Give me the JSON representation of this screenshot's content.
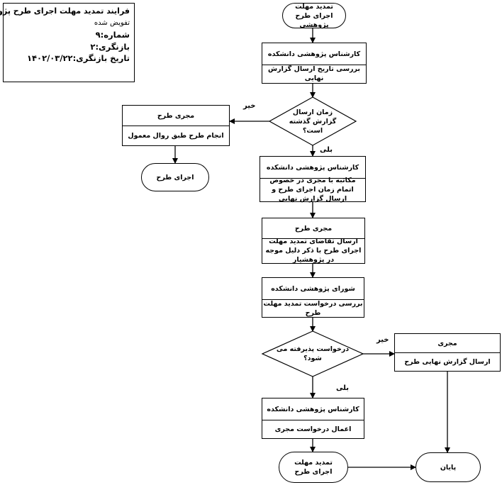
{
  "info": {
    "title": "فرایند  تمدید مهلت اجرای طرح پژوهشی",
    "subtitle": "تفویض شده",
    "number": "شماره:۹",
    "revision": "بازنگری:۲",
    "revision_date": "تاریخ بازنگری:۱۴۰۲/۰۳/۲۲"
  },
  "nodes": {
    "start": "تمدید مهلت اجرای طرح پژوهشی",
    "review_header": "کارشناس پژوهشی دانشکده",
    "review_body": "بررسی تاریخ ارسال گزارش نهایی",
    "decision1": "زمان ارسال گزارش گذشته است؟",
    "executor_header": "مجری طرح",
    "executor_body": "انجام طرح طبق روال معمول",
    "execute_plan": "اجرای طرح",
    "correspond_header": "کارشناس پژوهشی دانشکده",
    "correspond_body": "مکاتبه با مجری در خصوص اتمام زمان اجرای طرح و ارسال گزارش نهایی",
    "request_header": "مجری طرح",
    "request_body": "ارسال تقاضای تمدید مهلت اجرای طرح با ذکر دلیل موجه در پژوهشیار",
    "council_header": "شورای پژوهشی دانشکده",
    "council_body": "بررسی درخواست تمدید مهلت طرح",
    "decision2": "درخواست پذیرفته می شود؟",
    "final_report_header": "مجری",
    "final_report_body": "ارسال گزارش نهایی طرح",
    "apply_header": "کارشناس پژوهشی دانشکده",
    "apply_body": "اعمال درخواست مجری",
    "extension_end": "تمدید مهلت اجرای طرح",
    "end": "پایان"
  },
  "labels": {
    "no1": "خیر",
    "yes1": "بلی",
    "no2": "خیر",
    "yes2": "بلی"
  }
}
